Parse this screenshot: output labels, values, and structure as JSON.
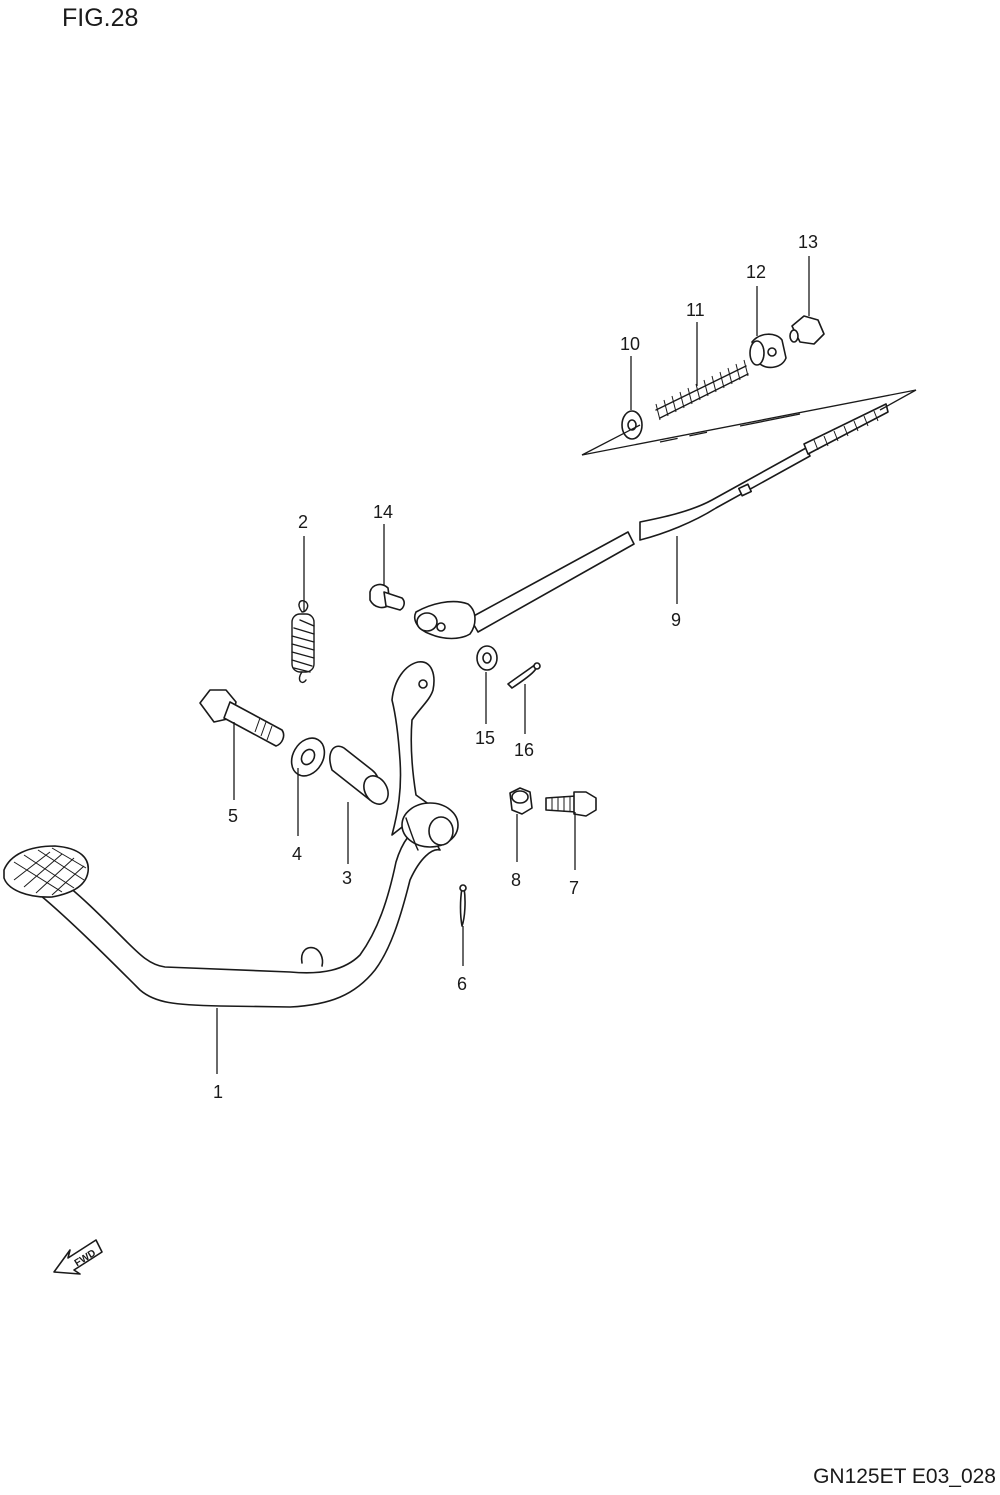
{
  "figure": {
    "title": "FIG.28"
  },
  "footer": {
    "code": "GN125ET E03_028"
  },
  "callouts": [
    "1",
    "2",
    "3",
    "4",
    "5",
    "6",
    "7",
    "8",
    "9",
    "10",
    "11",
    "12",
    "13",
    "14",
    "15",
    "16"
  ],
  "fwd_badge": {
    "text": "FWD"
  }
}
